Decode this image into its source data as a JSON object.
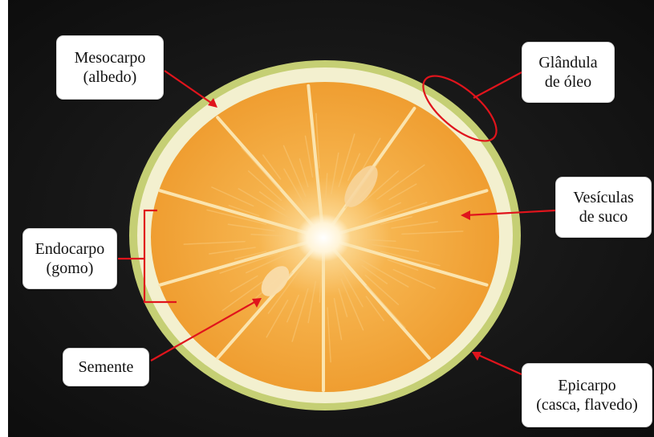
{
  "labels": {
    "mesocarpo": {
      "line1": "Mesocarpo",
      "line2": "(albedo)"
    },
    "glandula": {
      "line1": "Glândula",
      "line2": "de óleo"
    },
    "vesiculas": {
      "line1": "Vesículas",
      "line2": "de suco"
    },
    "endocarpo": {
      "line1": "Endocarpo",
      "line2": "(gomo)"
    },
    "semente": {
      "line1": "Semente"
    },
    "epicarpo": {
      "line1": "Epicarpo",
      "line2": "(casca, flavedo)"
    }
  },
  "colors": {
    "background": "#141414",
    "peel": "#c9d27a",
    "albedo": "#f4f0d2",
    "pulp": "#f2a33a",
    "membrane": "#fbe7b8",
    "annotation": "#e0141c",
    "label_bg": "#ffffff"
  },
  "icons": [
    "orange-cross-section"
  ]
}
